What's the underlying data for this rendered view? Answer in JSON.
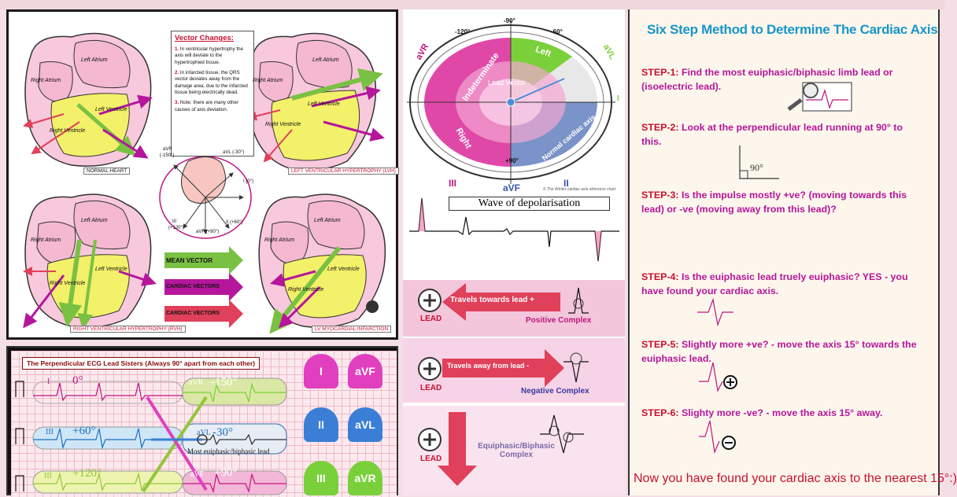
{
  "panel_a": {
    "vector_box": {
      "title": "Vector Changes:",
      "note1_num": "1.",
      "note1": "In ventricular hypertrophy the axis will deviate to the hypertrophied tissue.",
      "note2_num": "2.",
      "note2": "In infarcted tissue, the QRS vector deviates away from the damage area, due to the infarcted tissue being electrically dead.",
      "note3_num": "3.",
      "note3": "Note: there are many other causes of axis deviation."
    },
    "hearts": [
      {
        "caption": "NORMAL HEART"
      },
      {
        "caption": "LEFT VENTRICULAR HYPERTROPHY (LVH)"
      },
      {
        "caption": "RIGHT VENTRICULAR HYPERTROPHY (RVH)"
      },
      {
        "caption": "LV MYOCARDIAL INFARCTION"
      }
    ],
    "heart_labels": {
      "left_atrium": "Left Atrium",
      "right_atrium": "Right Atrium",
      "left_ventricle": "Left Ventricle",
      "right_ventricle": "Right Ventricle"
    },
    "hexaxial": {
      "avr": "aVR",
      "avr_deg": "(-150°)",
      "avl": "aVL (-30°)",
      "i": "I (0°)",
      "ii": "II (+60°)",
      "avf": "aVF (+90°)",
      "iii": "III",
      "iii_deg": "(+120°)"
    },
    "legend": [
      {
        "label": "MEAN VECTOR",
        "color": "#7ac143"
      },
      {
        "label": "CARDIAC VECTORS",
        "color": "#b5169b"
      },
      {
        "label": "CARDIAC VECTORS",
        "color": "#e0405a"
      }
    ]
  },
  "panel_b": {
    "title": "The Perpendicular ECG Lead Sisters (Always 90° apart from each other)",
    "pairs": [
      {
        "left_lead": "I",
        "left_deg": "0°",
        "right_lead": "aVR",
        "right_deg": "-150°"
      },
      {
        "left_lead": "III",
        "left_deg": "+60°",
        "right_lead": "aVL",
        "right_deg": "-30°"
      },
      {
        "left_lead": "III",
        "left_deg": "+120°",
        "right_lead": "aVF",
        "right_deg": "+90°"
      }
    ],
    "euiphasic_label": "Most euiphasic/biphasic lead",
    "sisters": [
      {
        "a": "I",
        "b": "aVF",
        "color": "#e040c0"
      },
      {
        "a": "II",
        "b": "aVL",
        "color": "#3a7fd5"
      },
      {
        "a": "III",
        "b": "aVR",
        "color": "#7ad03a"
      }
    ]
  },
  "panel_c": {
    "wheel": {
      "deg_top": "-90°",
      "deg_left": "-120°",
      "deg_right": "-60°",
      "deg_bottom": "+90°",
      "indeterminate": "Indeterminate",
      "left": "Left",
      "right": "Right",
      "normal": "Normal cardiac axis",
      "lead_vector": "Lead Vector",
      "avr": "aVR",
      "avl": "aVL",
      "avf": "aVF",
      "lead_ii": "II",
      "lead_iii": "III",
      "lead_i": "I",
      "credit": "© The Winter cardiac axis reference chart"
    },
    "wave_label": "Wave of depolarisation",
    "rows": [
      {
        "lead": "LEAD",
        "arrow": "Travels towards lead +",
        "complex": "Positive Complex"
      },
      {
        "lead": "LEAD",
        "arrow": "Travels away from lead -",
        "complex": "Negative Complex"
      },
      {
        "lead": "LEAD",
        "arrow": "",
        "complex": "Equiphasic/Biphasic Complex"
      }
    ],
    "plus_symbol": "+",
    "minus_symbol": "-"
  },
  "panel_d": {
    "title": "Six Step Method to Determine The Cardiac Axis",
    "steps": [
      {
        "key": "STEP-1:",
        "text": "Find the most euiphasic/biphasic limb lead or (isoelectric lead)."
      },
      {
        "key": "STEP-2:",
        "text": "Look at the perpendicular lead running at 90° to this."
      },
      {
        "key": "STEP-3:",
        "text": "Is the impulse mostly +ve? (moving towards this lead) or -ve (moving away from this lead)?"
      },
      {
        "key": "STEP-4:",
        "text": "Is the euiphasic lead truely euiphasic? YES - you have found your cardiac axis."
      },
      {
        "key": "STEP-5:",
        "text": "Slightly more +ve? - move the axis 15° towards the euiphasic lead."
      },
      {
        "key": "STEP-6:",
        "text": "Slighty more -ve? - move the axis 15° away."
      }
    ],
    "angle_label": "90°",
    "final": "Now you have found your cardiac axis to the nearest 15°:)"
  }
}
